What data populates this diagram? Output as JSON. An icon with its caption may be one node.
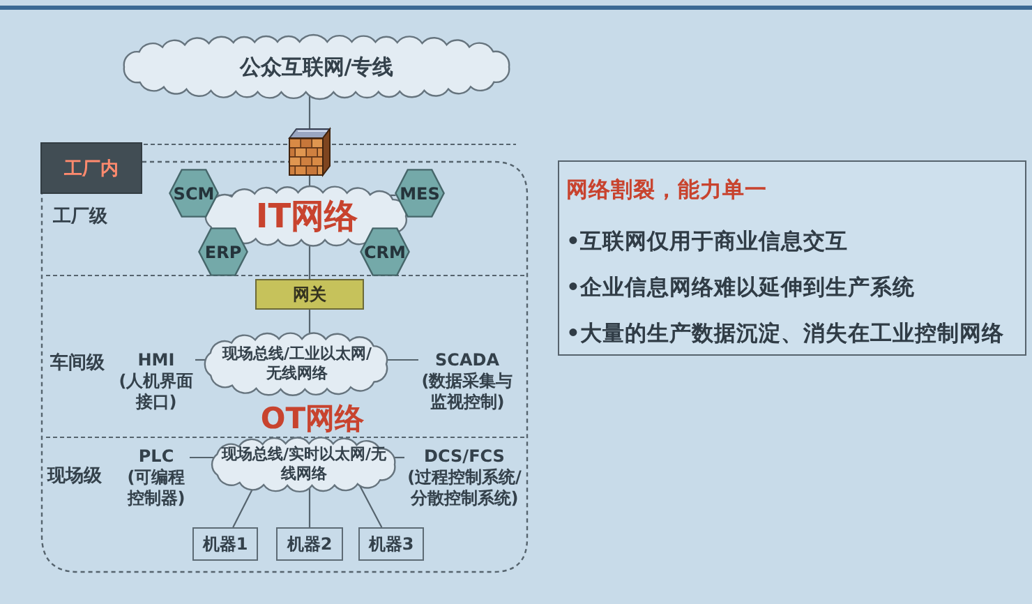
{
  "diagram": {
    "nodes": [
      {
        "text": [
          "公众互联网/专线"
        ]
      },
      {
        "text": [],
        "shape": "picture"
      },
      {
        "text": [
          "工厂内"
        ]
      },
      {
        "text": [
          "IT网络"
        ],
        "in": 2
      },
      {
        "text": [
          "SCM"
        ],
        "in": 2
      },
      {
        "text": [
          "MES"
        ],
        "in": 2
      },
      {
        "text": [
          "ERP"
        ],
        "in": 2
      },
      {
        "text": [
          "CRM"
        ],
        "in": 2
      },
      {
        "text": [
          "网关"
        ],
        "in": 2
      },
      {
        "text": [
          "HMI",
          "(人机界面接口)"
        ],
        "in": 2
      },
      {
        "text": [
          "现场总线/工业以太网/无线网络"
        ],
        "in": 2
      },
      {
        "text": [
          "SCADA",
          "(数据采集与监视控制)"
        ],
        "in": 2
      },
      {
        "text": [
          "现场总线/实时以太网/无线网络"
        ],
        "in": 2
      },
      {
        "text": [
          "PLC",
          "(可编程控制器)"
        ],
        "in": 2
      },
      {
        "text": [
          "DCS/FCS",
          "(过程控制系统/分散控制系统)"
        ],
        "in": 2
      },
      {
        "text": [
          "机器1"
        ],
        "in": 2
      },
      {
        "text": [
          "机器2"
        ],
        "in": 2
      },
      {
        "text": [
          "机器3"
        ],
        "in": 2
      },
      {
        "text": [
          "网络割裂，能力单一",
          "•互联网仅用于商业信息交互",
          "•企业信息网络难以延伸到生产系统",
          "•大量的生产数据沉淀、消失在工业控制网络"
        ]
      }
    ],
    "edges": [
      {
        "from": 0,
        "to": 1,
        "arrow": "none"
      },
      {
        "from": 1,
        "to": 3,
        "arrow": "none"
      },
      {
        "from": 4,
        "to": 3,
        "arrow": "none"
      },
      {
        "from": 5,
        "to": 3,
        "arrow": "none"
      },
      {
        "from": 3,
        "to": 8,
        "arrow": "none"
      },
      {
        "from": 8,
        "to": 10,
        "arrow": "none"
      },
      {
        "from": 9,
        "to": 10,
        "arrow": "none"
      },
      {
        "from": 11,
        "to": 10,
        "arrow": "none"
      },
      {
        "from": 13,
        "to": 12,
        "arrow": "none"
      },
      {
        "from": 14,
        "to": 12,
        "arrow": "none"
      },
      {
        "from": 12,
        "to": 15,
        "arrow": "none"
      },
      {
        "from": 12,
        "to": 16,
        "arrow": "none"
      },
      {
        "from": 12,
        "to": 17,
        "arrow": "none"
      }
    ],
    "labels": [
      "工厂级",
      "车间级",
      "OT网络",
      "现场级"
    ]
  }
}
